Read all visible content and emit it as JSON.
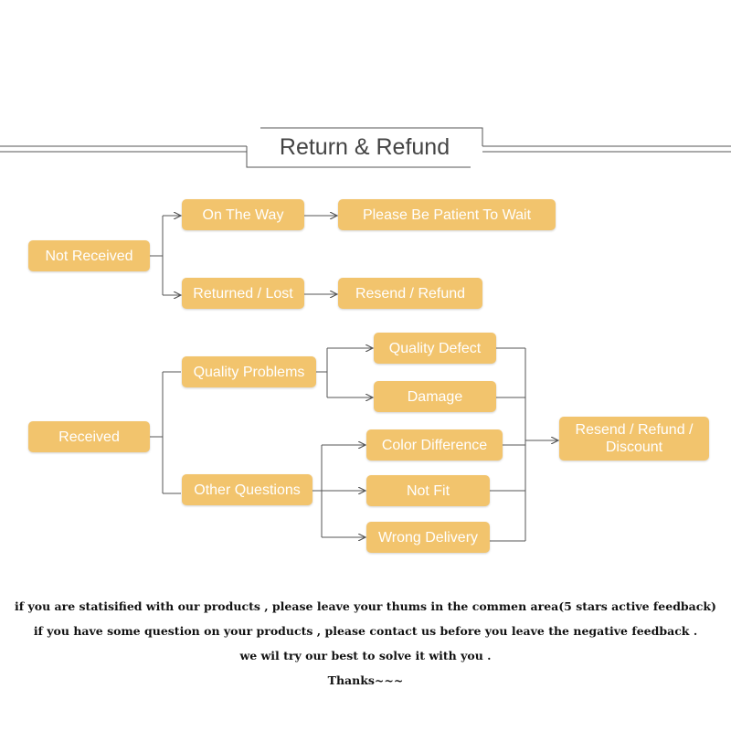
{
  "title": "Return & Refund",
  "nodes": {
    "not_received": "Not Received",
    "on_the_way": "On The Way",
    "please_wait": "Please Be Patient To Wait",
    "returned_lost": "Returned / Lost",
    "resend_refund": "Resend / Refund",
    "received": "Received",
    "quality_problems": "Quality Problems",
    "quality_defect": "Quality Defect",
    "damage": "Damage",
    "other_questions": "Other Questions",
    "color_difference": "Color Difference",
    "not_fit": "Not Fit",
    "wrong_delivery": "Wrong Delivery",
    "resend_refund_discount_line1": "Resend / Refund /",
    "resend_refund_discount_line2": "Discount"
  },
  "notes": [
    "if you are statisified with our products , please leave your thums in the commen area(5 stars active feedback)",
    "if you have some question on your products , please contact us before you leave the negative feedback .",
    "we wil try our best to solve it with you .",
    "Thanks~~~"
  ],
  "colors": {
    "node_fill": "#f2c46d",
    "node_text": "#ffffff",
    "connector": "#555555"
  }
}
